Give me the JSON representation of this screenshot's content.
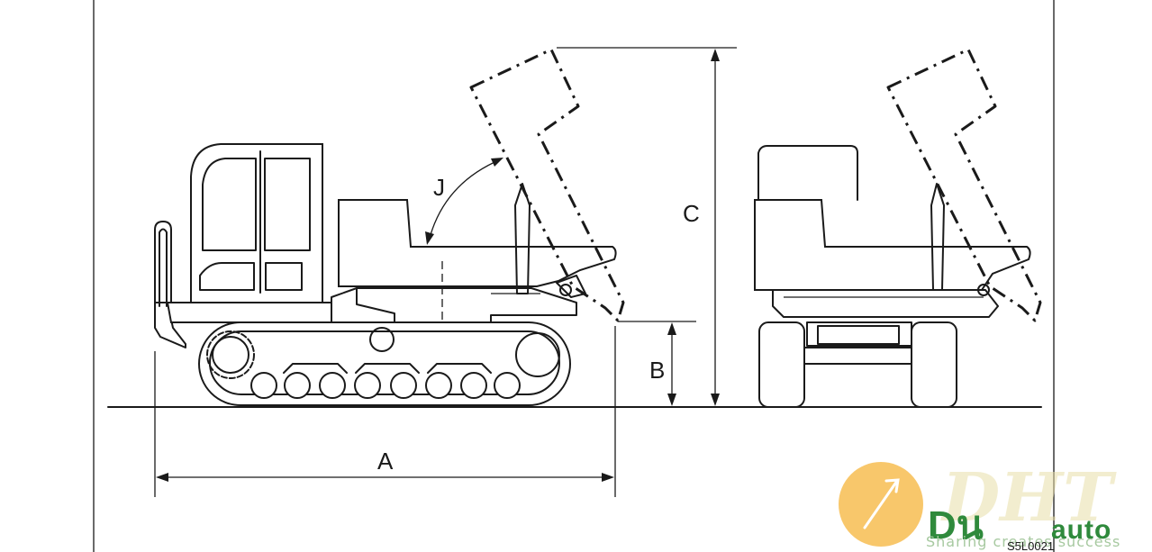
{
  "labels": {
    "dim_a": "A",
    "dim_b": "B",
    "dim_c": "C",
    "angle_j": "J"
  },
  "figure_code": "S5L0021",
  "watermark": {
    "main": "DHT",
    "brand": "Dน",
    "auto": "auto",
    "slogan": "Sharing creates success"
  },
  "colors": {
    "line": "#1a1a1a",
    "watermark_orange": "#f5b43a",
    "watermark_green": "#2f8a3c",
    "watermark_pale": "#e9e0a8"
  }
}
